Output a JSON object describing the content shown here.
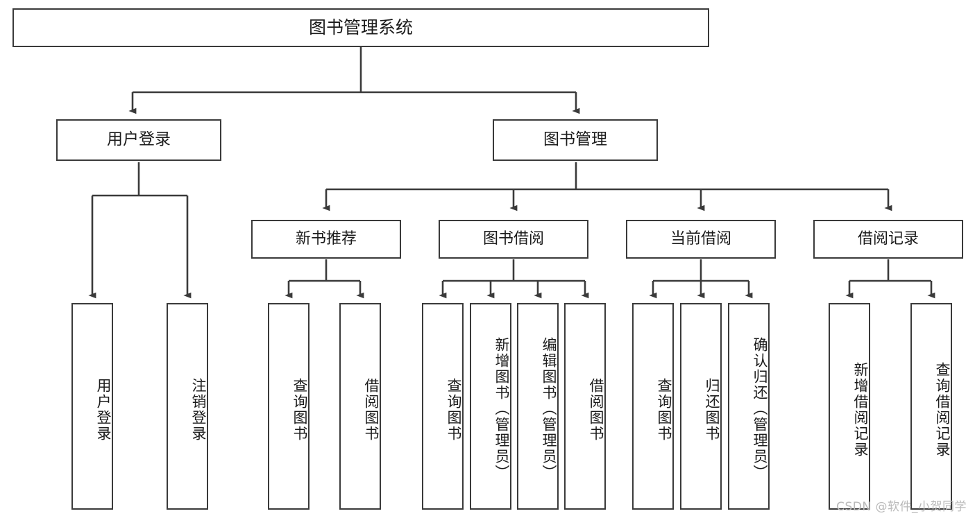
{
  "diagram": {
    "title": "图书管理系统",
    "type": "tree",
    "watermark": "CSDN @软件_小贺同学",
    "colors": {
      "border": "#3a3a3a",
      "background": "#ffffff",
      "text": "#1b1b1b",
      "connector": "#3a3a3a",
      "watermark": "#b9b9b9"
    },
    "nodes": {
      "root": {
        "label": "图书管理系统"
      },
      "level1": [
        {
          "id": "user-login",
          "label": "用户登录"
        },
        {
          "id": "book-manage",
          "label": "图书管理"
        }
      ],
      "level2": [
        {
          "id": "new-book-recommend",
          "label": "新书推荐"
        },
        {
          "id": "book-borrow",
          "label": "图书借阅"
        },
        {
          "id": "current-borrow",
          "label": "当前借阅"
        },
        {
          "id": "borrow-record",
          "label": "借阅记录"
        }
      ],
      "leaves": {
        "user-login": [
          {
            "id": "leaf-user-login",
            "label": "用户登录"
          },
          {
            "id": "leaf-logout-login",
            "label": "注销登录"
          }
        ],
        "new-book-recommend": [
          {
            "id": "leaf-query-book-1",
            "label": "查询图书"
          },
          {
            "id": "leaf-borrow-book-1",
            "label": "借阅图书"
          }
        ],
        "book-borrow": [
          {
            "id": "leaf-query-book-2",
            "label": "查询图书"
          },
          {
            "id": "leaf-add-book-admin",
            "label": "新增图书（管理员）"
          },
          {
            "id": "leaf-edit-book-admin",
            "label": "编辑图书（管理员）"
          },
          {
            "id": "leaf-borrow-book-2",
            "label": "借阅图书"
          }
        ],
        "current-borrow": [
          {
            "id": "leaf-query-book-3",
            "label": "查询图书"
          },
          {
            "id": "leaf-return-book",
            "label": "归还图书"
          },
          {
            "id": "leaf-confirm-return-admin",
            "label": "确认归还（管理员）"
          }
        ],
        "borrow-record": [
          {
            "id": "leaf-add-borrow-record",
            "label": "新增借阅记录"
          },
          {
            "id": "leaf-query-borrow-record",
            "label": "查询借阅记录"
          }
        ]
      }
    }
  }
}
